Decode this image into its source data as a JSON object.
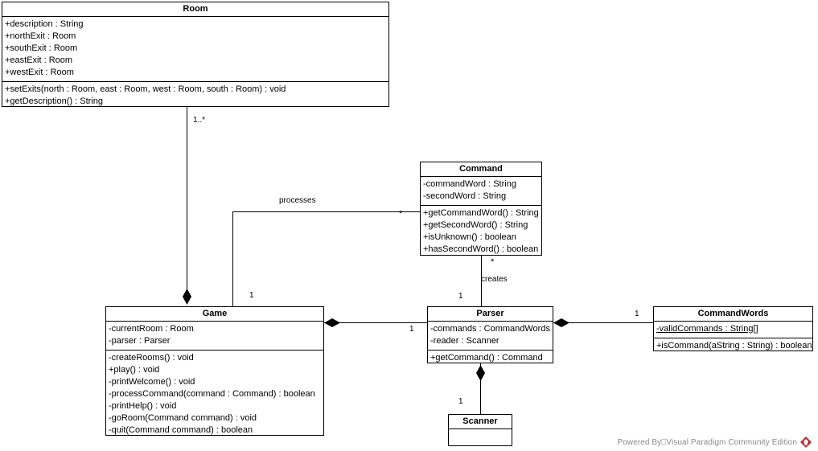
{
  "diagram": {
    "type": "uml-class-diagram",
    "title": "Room",
    "classes": [
      {
        "id": "room",
        "name": "Room",
        "attributes": [
          "+description : String",
          "+northExit : Room",
          "+southExit : Room",
          "+eastExit : Room",
          "+westExit : Room"
        ],
        "operations": [
          "+setExits(north : Room, east : Room, west : Room, south : Room) : void",
          "+getDescription() : String"
        ]
      },
      {
        "id": "command",
        "name": "Command",
        "attributes": [
          "-commandWord : String",
          "-secondWord : String"
        ],
        "operations": [
          "+getCommandWord() : String",
          "+getSecondWord() : String",
          "+isUnknown() : boolean",
          "+hasSecondWord() : boolean"
        ]
      },
      {
        "id": "game",
        "name": "Game",
        "attributes": [
          "-currentRoom : Room",
          "-parser : Parser"
        ],
        "operations": [
          "-createRooms() : void",
          "+play() : void",
          "-printWelcome() : void",
          "-processCommand(command : Command) : boolean",
          "-printHelp() : void",
          "-goRoom(Command command) : void",
          "-quit(Command command) : boolean"
        ]
      },
      {
        "id": "parser",
        "name": "Parser",
        "attributes": [
          "-commands : CommandWords",
          "-reader : Scanner"
        ],
        "operations": [
          "+getCommand() : Command"
        ]
      },
      {
        "id": "commandwords",
        "name": "CommandWords",
        "attributes": [
          "-validCommands : String[]"
        ],
        "operations": [
          "+isCommand(aString : String) : boolean"
        ]
      },
      {
        "id": "scanner",
        "name": "Scanner",
        "attributes": [],
        "operations": []
      }
    ],
    "relationships": [
      {
        "id": "game-room",
        "from": "game",
        "to": "room",
        "kind": "composition",
        "label": "",
        "source_multiplicity": "",
        "target_multiplicity": "1..*"
      },
      {
        "id": "game-command",
        "from": "game",
        "to": "command",
        "kind": "association",
        "label": "processes",
        "source_multiplicity": "1",
        "target_multiplicity": "*"
      },
      {
        "id": "parser-command",
        "from": "parser",
        "to": "command",
        "kind": "association",
        "label": "creates",
        "source_multiplicity": "1",
        "target_multiplicity": "*"
      },
      {
        "id": "game-parser",
        "from": "game",
        "to": "parser",
        "kind": "composition",
        "label": "",
        "source_multiplicity": "",
        "target_multiplicity": "1"
      },
      {
        "id": "parser-commandwords",
        "from": "parser",
        "to": "commandwords",
        "kind": "composition",
        "label": "",
        "source_multiplicity": "",
        "target_multiplicity": "1"
      },
      {
        "id": "parser-scanner",
        "from": "parser",
        "to": "scanner",
        "kind": "composition",
        "label": "",
        "source_multiplicity": "",
        "target_multiplicity": "1"
      }
    ],
    "edge_labels": {
      "room_mult": "1..*",
      "processes_label": "processes",
      "command_left_star": "*",
      "command_bottom_star": "*",
      "creates_label": "creates",
      "game_top_one": "1",
      "parser_top_one": "1",
      "game_parser_one": "1",
      "commandwords_one": "1",
      "scanner_one": "1"
    }
  },
  "footer": {
    "text": "Powered By⎕Visual Paradigm Community Edition",
    "logo": "visual-paradigm-diamond-logo",
    "color": "#c0252b"
  }
}
